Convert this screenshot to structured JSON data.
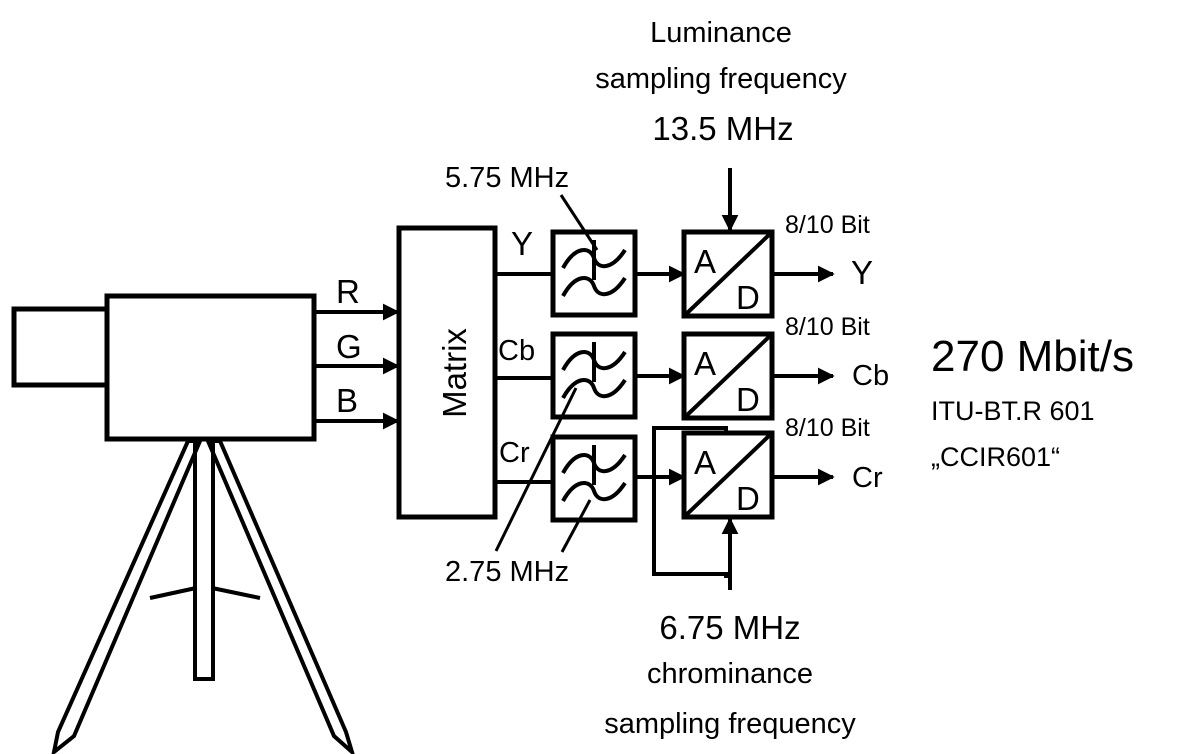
{
  "inputs": [
    "R",
    "G",
    "B"
  ],
  "matrix_label": "Matrix",
  "channels": [
    {
      "name": "Y",
      "output": "Y",
      "bits": "8/10 Bit"
    },
    {
      "name": "Cb",
      "output": "Cb",
      "bits": "8/10 Bit"
    },
    {
      "name": "Cr",
      "output": "Cr",
      "bits": "8/10 Bit"
    }
  ],
  "filters": {
    "luma_bandwidth": "5.75 MHz",
    "chroma_bandwidth": "2.75 MHz"
  },
  "adc_labels": {
    "analog": "A",
    "digital": "D"
  },
  "luminance": {
    "line1": "Luminance",
    "line2": "sampling frequency",
    "freq": "13.5 MHz"
  },
  "chrominance": {
    "freq": "6.75 MHz",
    "line1": "chrominance",
    "line2": "sampling frequency"
  },
  "output": {
    "rate": "270 Mbit/s",
    "standard": "ITU-BT.R 601",
    "alias": "„CCIR601“"
  }
}
